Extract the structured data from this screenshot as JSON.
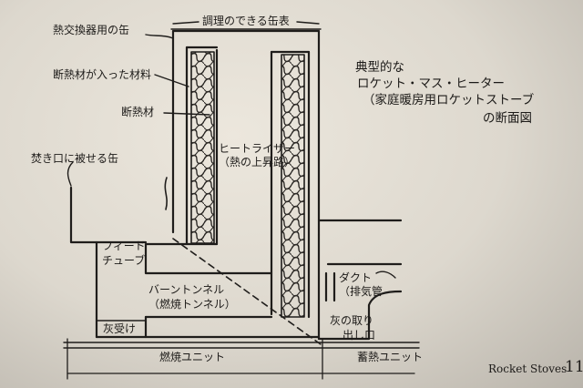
{
  "title": {
    "line1": "典型的な",
    "line2": "ロケット・マス・ヒーター",
    "line3": "（家庭暖房用ロケットストーブ",
    "line4": "の断面図"
  },
  "labels": {
    "heat_exchanger_can": "熱交換器用の缶",
    "cookable_surface": "調理のできる缶表",
    "insulated_material": "断熱材が入った材料",
    "insulation": "断熱材",
    "heat_riser": "ヒートライザー",
    "heat_riser_sub": "（熱の上昇路）",
    "fuel_can": "焚き口に被せる缶",
    "feed_tube_1": "フィード",
    "feed_tube_2": "チューブ",
    "burn_tunnel": "バーントンネル",
    "burn_tunnel_sub": "（燃焼トンネル）",
    "ash_receiver": "灰受け",
    "ash_cleanout_1": "灰の取り",
    "ash_cleanout_2": "出し口",
    "duct": "ダクト",
    "duct_sub": "（排気管",
    "combustion_unit": "燃焼ユニット",
    "storage_unit": "蓄熱ユニット"
  },
  "footer": {
    "credit": "Rocket Stoves",
    "page_number": "11"
  }
}
